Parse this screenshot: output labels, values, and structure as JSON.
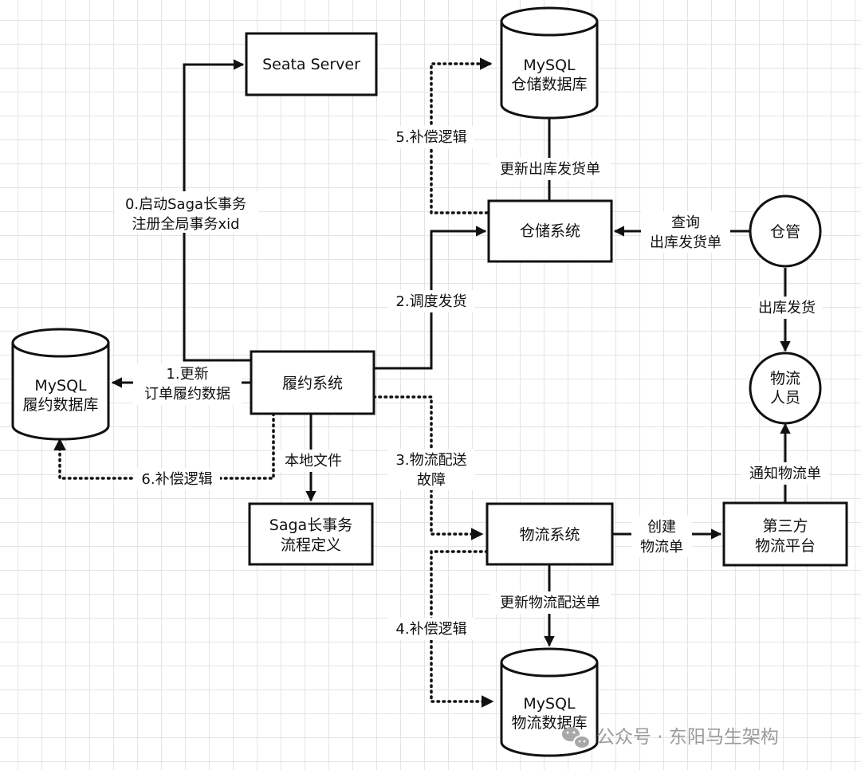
{
  "nodes": {
    "seata_server": {
      "label": "Seata Server"
    },
    "mysql_warehouse": {
      "line1": "MySQL",
      "line2": "仓储数据库"
    },
    "warehouse_system": {
      "label": "仓储系统"
    },
    "warehouse_keeper": {
      "label": "仓管"
    },
    "mysql_fulfillment": {
      "line1": "MySQL",
      "line2": "履约数据库"
    },
    "fulfillment_system": {
      "label": "履约系统"
    },
    "logistics_staff": {
      "line1": "物流",
      "line2": "人员"
    },
    "saga_definition": {
      "line1": "Saga长事务",
      "line2": "流程定义"
    },
    "logistics_system": {
      "label": "物流系统"
    },
    "third_party_logistics": {
      "line1": "第三方",
      "line2": "物流平台"
    },
    "mysql_logistics": {
      "line1": "MySQL",
      "line2": "物流数据库"
    }
  },
  "edges": {
    "start_saga": {
      "line1": "0.启动Saga长事务",
      "line2": "注册全局事务xid"
    },
    "update_order": {
      "line1": "1.更新",
      "line2": "订单履约数据"
    },
    "dispatch": {
      "label": "2.调度发货"
    },
    "logistics_fault": {
      "line1": "3.物流配送",
      "line2": "故障"
    },
    "compensate_4": {
      "label": "4.补偿逻辑"
    },
    "compensate_5": {
      "label": "5.补偿逻辑"
    },
    "compensate_6": {
      "label": "6.补偿逻辑"
    },
    "local_file": {
      "label": "本地文件"
    },
    "update_outbound": {
      "label": "更新出库发货单"
    },
    "query_outbound": {
      "line1": "查询",
      "line2": "出库发货单"
    },
    "ship_out": {
      "label": "出库发货"
    },
    "notify_logistics": {
      "label": "通知物流单"
    },
    "create_logistics": {
      "line1": "创建",
      "line2": "物流单"
    },
    "update_delivery": {
      "label": "更新物流配送单"
    }
  },
  "watermark": {
    "text": "公众号 · 东阳马生架构",
    "icon": "wechat-icon"
  }
}
